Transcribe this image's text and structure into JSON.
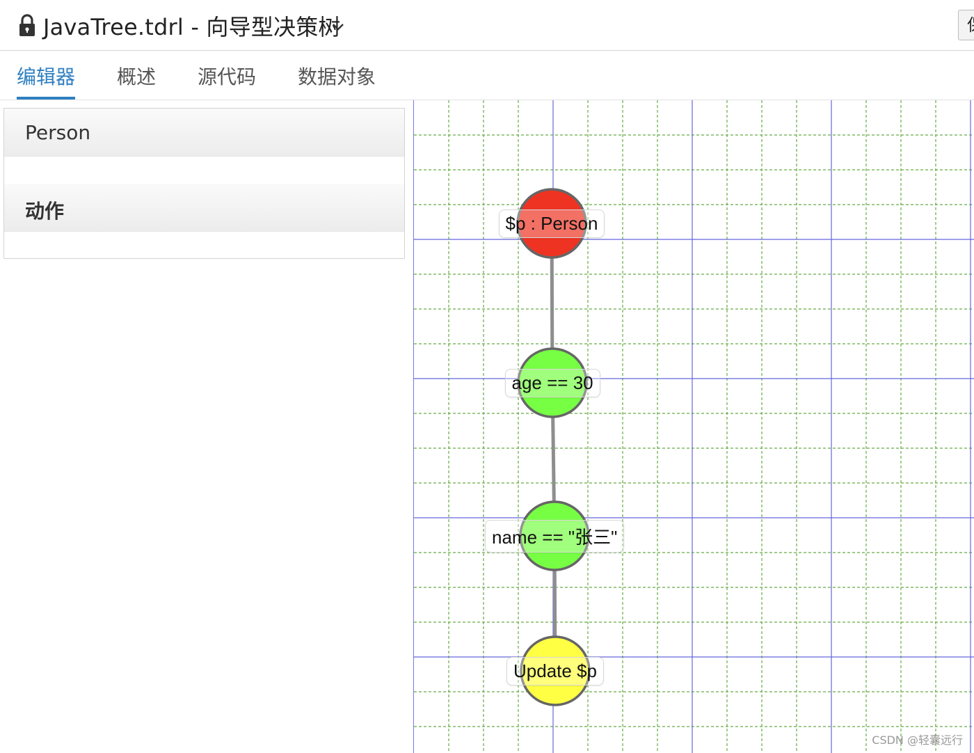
{
  "window": {
    "title": "JavaTree.tdrl - 向导型决策树",
    "right_button_label": "保"
  },
  "tabs": [
    {
      "label": "编辑器",
      "active": true
    },
    {
      "label": "概述",
      "active": false
    },
    {
      "label": "源代码",
      "active": false
    },
    {
      "label": "数据对象",
      "active": false
    }
  ],
  "panel": {
    "sections": [
      {
        "label": "Person"
      },
      {
        "label": "动作"
      }
    ]
  },
  "tree": {
    "nodes": [
      {
        "label": "$p : Person",
        "color": "#ee3322"
      },
      {
        "label": "age == 30",
        "color": "#77ff44"
      },
      {
        "label": "name == \"张三\"",
        "color": "#77ff44"
      },
      {
        "label": "Update $p",
        "color": "#ffff44"
      }
    ],
    "edge_color": "#8e8e8e",
    "grid_major_color": "#6666dd",
    "grid_minor_color": "#66aa44"
  },
  "watermark": "CSDN @轻囊远行",
  "colors": {
    "accent": "#2f7fc1"
  }
}
